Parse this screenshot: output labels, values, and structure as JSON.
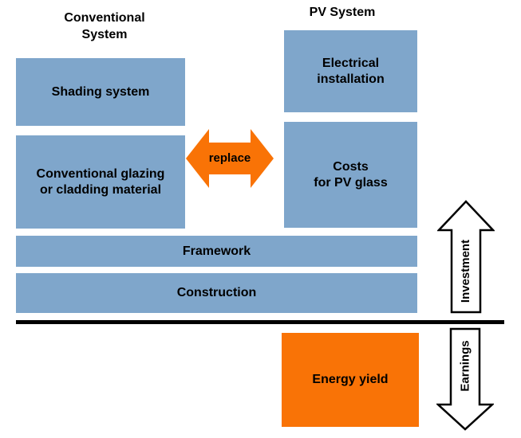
{
  "columns": {
    "conventional": {
      "title_lines": [
        "Conventional",
        "System"
      ]
    },
    "pv": {
      "title_lines": [
        "PV System"
      ]
    }
  },
  "boxes": {
    "shading_system": {
      "lines": [
        "Shading system"
      ]
    },
    "glazing": {
      "lines": [
        "Conventional glazing",
        "or cladding material"
      ]
    },
    "electrical": {
      "lines": [
        "Electrical",
        "installation"
      ]
    },
    "pv_glass": {
      "lines": [
        "Costs",
        "for PV glass"
      ]
    },
    "framework": {
      "lines": [
        "Framework"
      ]
    },
    "construction": {
      "lines": [
        "Construction"
      ]
    },
    "energy_yield": {
      "lines": [
        "Energy yield"
      ]
    }
  },
  "arrows": {
    "replace": {
      "label": "replace",
      "direction": "horizontal-double"
    },
    "investment": {
      "label": "Investment",
      "direction": "up"
    },
    "earnings": {
      "label": "Earnings",
      "direction": "down"
    }
  },
  "colors": {
    "box_blue": "#7FA6CB",
    "accent_orange": "#F97306",
    "line_black": "#000000",
    "arrow_fill_white": "#FFFFFF",
    "text_black": "#000000"
  }
}
